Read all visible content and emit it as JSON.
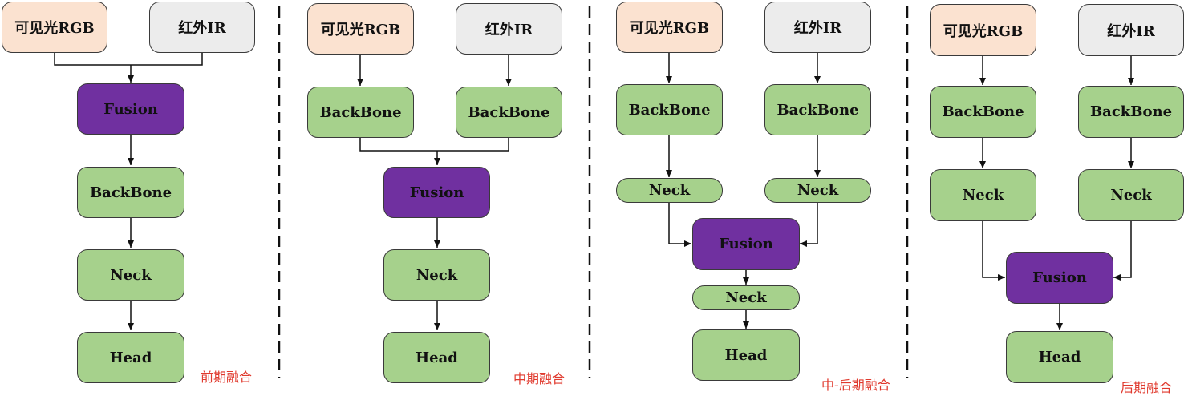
{
  "panel1": {
    "input_visible": "可见光RGB",
    "input_ir": "红外IR",
    "fusion": "Fusion",
    "backbone": "BackBone",
    "neck": "Neck",
    "head": "Head",
    "caption": "前期融合"
  },
  "panel2": {
    "input_visible": "可见光RGB",
    "input_ir": "红外IR",
    "backbone_visible": "BackBone",
    "backbone_ir": "BackBone",
    "fusion": "Fusion",
    "neck": "Neck",
    "head": "Head",
    "caption": "中期融合"
  },
  "panel3": {
    "input_visible": "可见光RGB",
    "input_ir": "红外IR",
    "backbone_visible": "BackBone",
    "backbone_ir": "BackBone",
    "neck_visible": "Neck",
    "neck_ir": "Neck",
    "fusion": "Fusion",
    "neck": "Neck",
    "head": "Head",
    "caption": "中-后期融合"
  },
  "panel4": {
    "input_visible": "可见光RGB",
    "input_ir": "红外IR",
    "backbone_visible": "BackBone",
    "backbone_ir": "BackBone",
    "neck_visible": "Neck",
    "neck_ir": "Neck",
    "fusion": "Fusion",
    "head": "Head",
    "caption": "后期融合"
  },
  "colors": {
    "visible_input": "#fbe2d0",
    "ir_input": "#ececec",
    "module": "#a6d18c",
    "fusion": "#7030a0",
    "caption": "#e03a2e"
  }
}
